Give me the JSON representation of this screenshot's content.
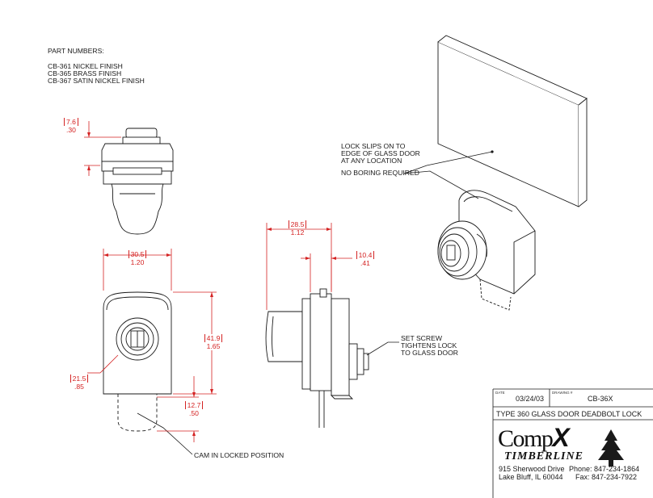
{
  "part_numbers": {
    "heading": "PART NUMBERS:",
    "items": [
      "CB-361 NICKEL FINISH",
      "CB-365 BRASS FINISH",
      "CB-367 SATIN NICKEL FINISH"
    ]
  },
  "dimensions": {
    "top_height": {
      "mm": "7.6",
      "in": ".30"
    },
    "front_width": {
      "mm": "30.5",
      "in": "1.20"
    },
    "front_height": {
      "mm": "41.9",
      "in": "1.65"
    },
    "front_depth": {
      "mm": "21.5",
      "in": ".85"
    },
    "cam_offset": {
      "mm": "12.7",
      "in": ".50"
    },
    "side_depth": {
      "mm": "28.5",
      "in": "1.12"
    },
    "side_glass": {
      "mm": "10.4",
      "in": ".41"
    }
  },
  "callouts": {
    "lock_slips": [
      "LOCK SLIPS ON TO",
      "EDGE OF GLASS DOOR",
      "AT ANY LOCATION"
    ],
    "no_boring": "NO BORING REQUIRED",
    "set_screw": [
      "SET SCREW",
      "TIGHTENS LOCK",
      "TO GLASS DOOR"
    ],
    "cam": "CAM IN LOCKED POSITION"
  },
  "title_block": {
    "date_label": "DATE",
    "date": "03/24/03",
    "drawing_label": "DRAWING #",
    "drawing": "CB-36X",
    "title": "TYPE 360 GLASS DOOR DEADBOLT LOCK",
    "logo_comp": "Comp",
    "logo_x": "X",
    "logo_timberline": "TIMBERLINE",
    "address": [
      "915 Sherwood Drive",
      "Lake Bluff, IL  60044"
    ],
    "phone": "Phone: 847-234-1864",
    "fax": "Fax: 847-234-7922"
  },
  "colors": {
    "dimension": "#d42323",
    "line": "#1a1a1a"
  }
}
